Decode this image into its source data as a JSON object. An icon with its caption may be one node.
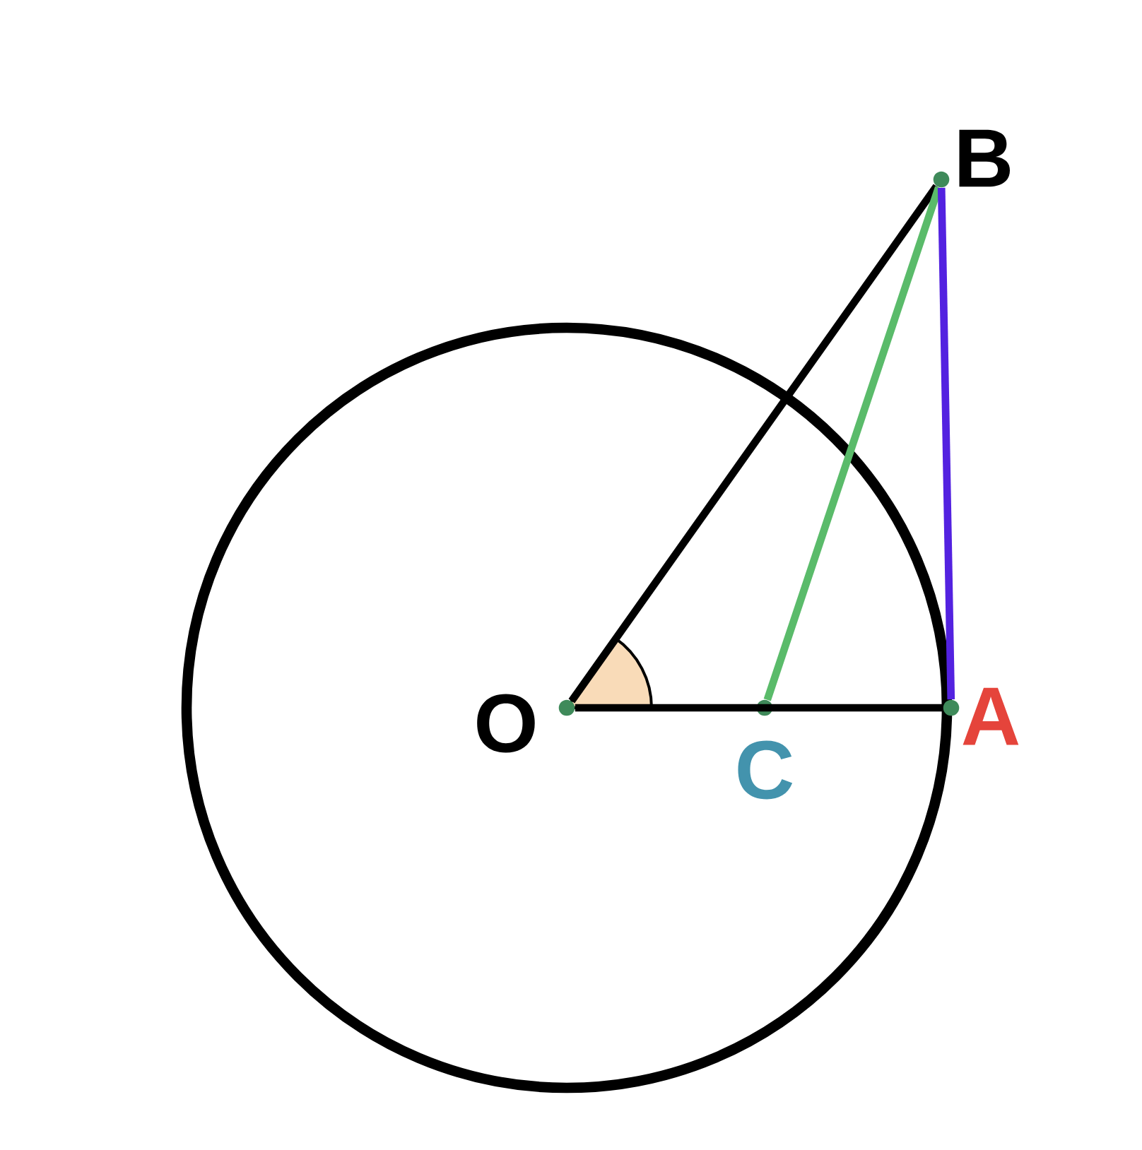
{
  "diagram": {
    "nodes": [
      {
        "text": [],
        "shape": "circle",
        "beside": [
          "O"
        ]
      },
      {
        "text": [],
        "shape": "circle",
        "beside": [
          "C"
        ]
      },
      {
        "text": [],
        "shape": "circle",
        "beside": [
          "A"
        ]
      },
      {
        "text": [],
        "shape": "circle",
        "beside": [
          "B"
        ]
      }
    ],
    "edges": [
      {
        "from": 0,
        "to": 3,
        "arrow": "none"
      },
      {
        "from": 0,
        "to": 2,
        "arrow": "none"
      },
      {
        "from": 3,
        "to": 1,
        "arrow": "none",
        "color": "#5abb6a"
      },
      {
        "from": 3,
        "to": 2,
        "arrow": "none",
        "color": "#5322e0"
      }
    ]
  }
}
